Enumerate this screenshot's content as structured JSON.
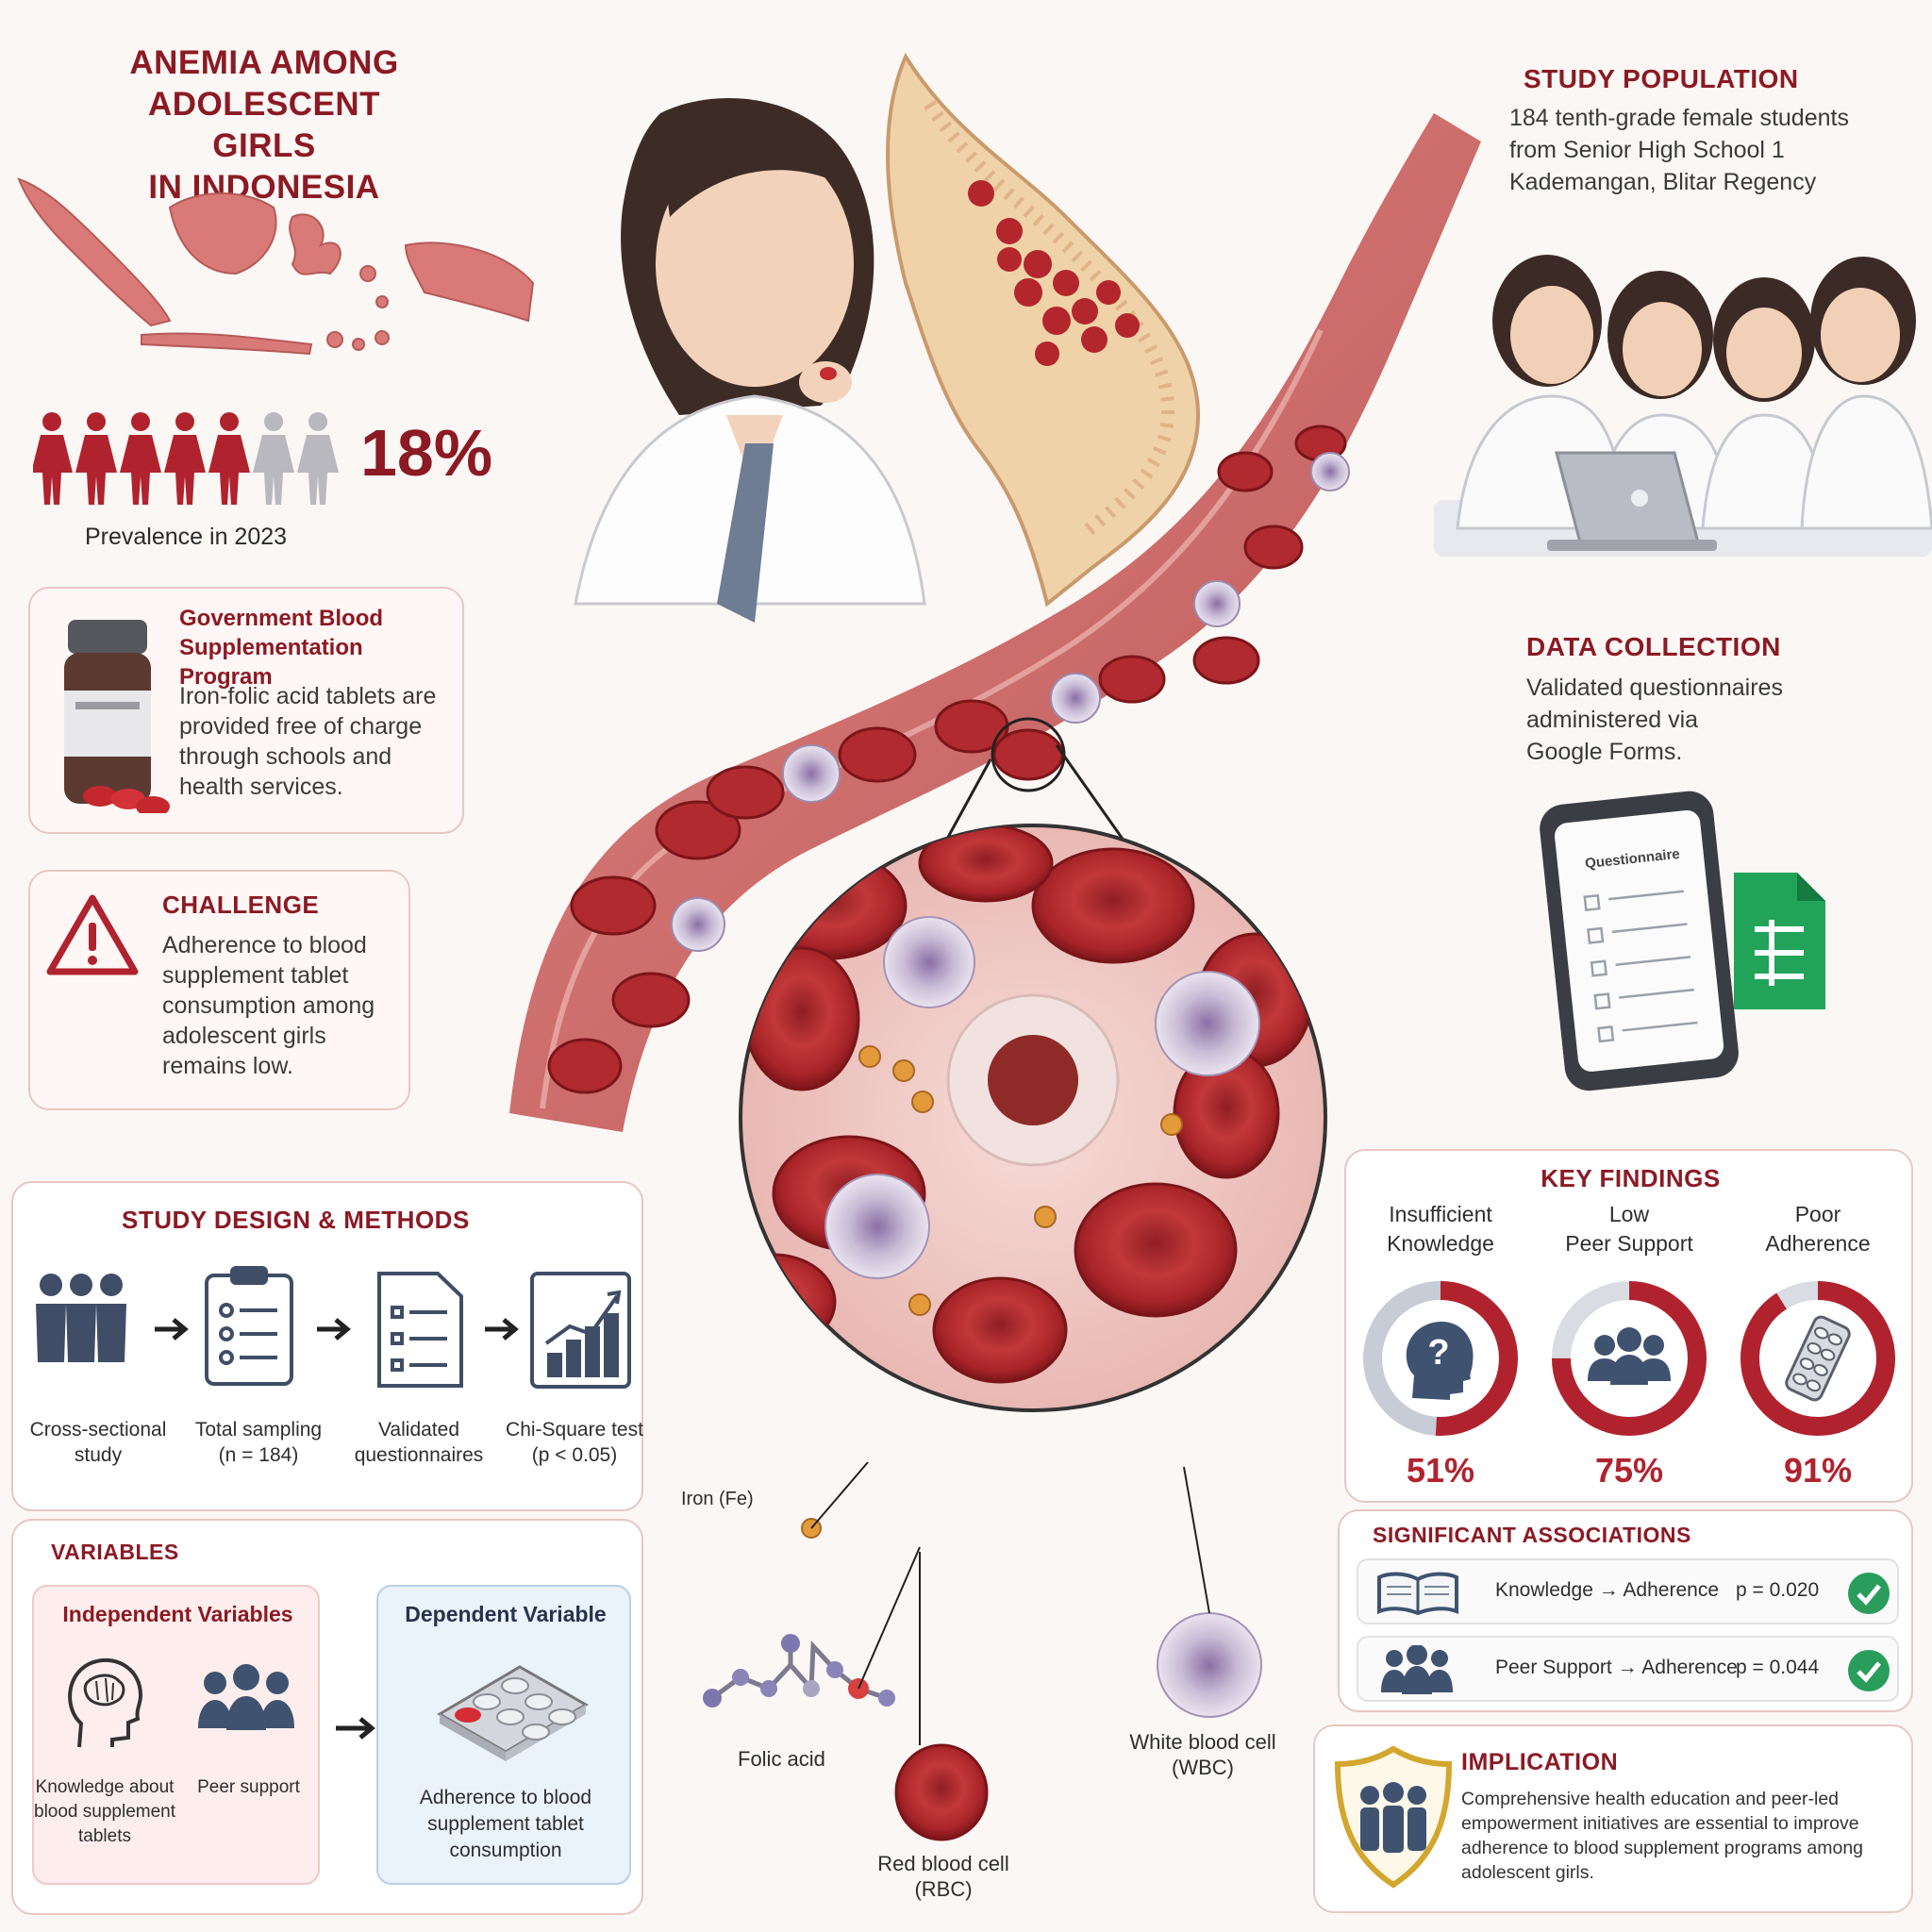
{
  "title": {
    "line1": "ANEMIA AMONG",
    "line2": "ADOLESCENT GIRLS",
    "line3": "IN INDONESIA"
  },
  "prevalence": {
    "value": "18%",
    "label": "Prevalence in 2023",
    "filled": 5,
    "total": 7
  },
  "program": {
    "title_line1": "Government Blood",
    "title_line2": "Supplementation Program",
    "line1": "Iron-folic acid tablets are",
    "line2": "provided free of charge",
    "line3": "through schools and",
    "line4": "health services."
  },
  "challenge": {
    "title": "CHALLENGE",
    "line1": "Adherence to blood",
    "line2": "supplement tablet",
    "line3": "consumption among",
    "line4": "adolescent girls",
    "line5": "remains low."
  },
  "population": {
    "title": "STUDY POPULATION",
    "line1": "184 tenth-grade female students",
    "line2": "from Senior High School 1",
    "line3": "Kademangan, Blitar Regency"
  },
  "collection": {
    "title": "DATA COLLECTION",
    "line1": "Validated questionnaires",
    "line2": "administered via",
    "line3": "Google Forms.",
    "phone_title": "Questionnaire"
  },
  "methods": {
    "title": "STUDY DESIGN & METHODS",
    "steps": [
      {
        "l1": "Cross-sectional",
        "l2": "study"
      },
      {
        "l1": "Total sampling",
        "l2": "(n = 184)"
      },
      {
        "l1": "Validated",
        "l2": "questionnaires"
      },
      {
        "l1": "Chi-Square test",
        "l2": "(p < 0.05)"
      }
    ]
  },
  "variables": {
    "title": "VARIABLES",
    "independent_title": "Independent Variables",
    "knowledge_l1": "Knowledge about",
    "knowledge_l2": "blood supplement",
    "knowledge_l3": "tablets",
    "peer": "Peer support",
    "dependent_title": "Dependent Variable",
    "dependent_l1": "Adherence to blood",
    "dependent_l2": "supplement tablet",
    "dependent_l3": "consumption"
  },
  "diagram_labels": {
    "iron": "Iron (Fe)",
    "folic": "Folic acid",
    "rbc_l1": "Red blood cell",
    "rbc_l2": "(RBC)",
    "wbc_l1": "White blood cell",
    "wbc_l2": "(WBC)"
  },
  "findings": {
    "title": "KEY FINDINGS",
    "items": [
      {
        "l1": "Insufficient",
        "l2": "Knowledge",
        "value": "51%",
        "fraction": 0.51,
        "icon": "question-head-icon"
      },
      {
        "l1": "Low",
        "l2": "Peer Support",
        "value": "75%",
        "fraction": 0.75,
        "icon": "group-icon"
      },
      {
        "l1": "Poor",
        "l2": "Adherence",
        "value": "91%",
        "fraction": 0.91,
        "icon": "pill-blister-icon"
      }
    ]
  },
  "associations": {
    "title": "SIGNIFICANT ASSOCIATIONS",
    "rows": [
      {
        "label": "Knowledge → Adherence",
        "p": "p = 0.020",
        "icon": "book-icon"
      },
      {
        "label": "Peer Support → Adherence",
        "p": "p = 0.044",
        "icon": "group-icon"
      }
    ]
  },
  "implication": {
    "title": "IMPLICATION",
    "line1": "Comprehensive health education and peer-led",
    "line2": "empowerment initiatives are essential to improve",
    "line3": "adherence to blood supplement programs among",
    "line4": "adolescent girls."
  },
  "colors": {
    "accent": "#8b1a24",
    "red": "#b0232e",
    "gray": "#b8b8be",
    "green": "#2a9d5c",
    "blue_card": "#eaf2fb"
  }
}
